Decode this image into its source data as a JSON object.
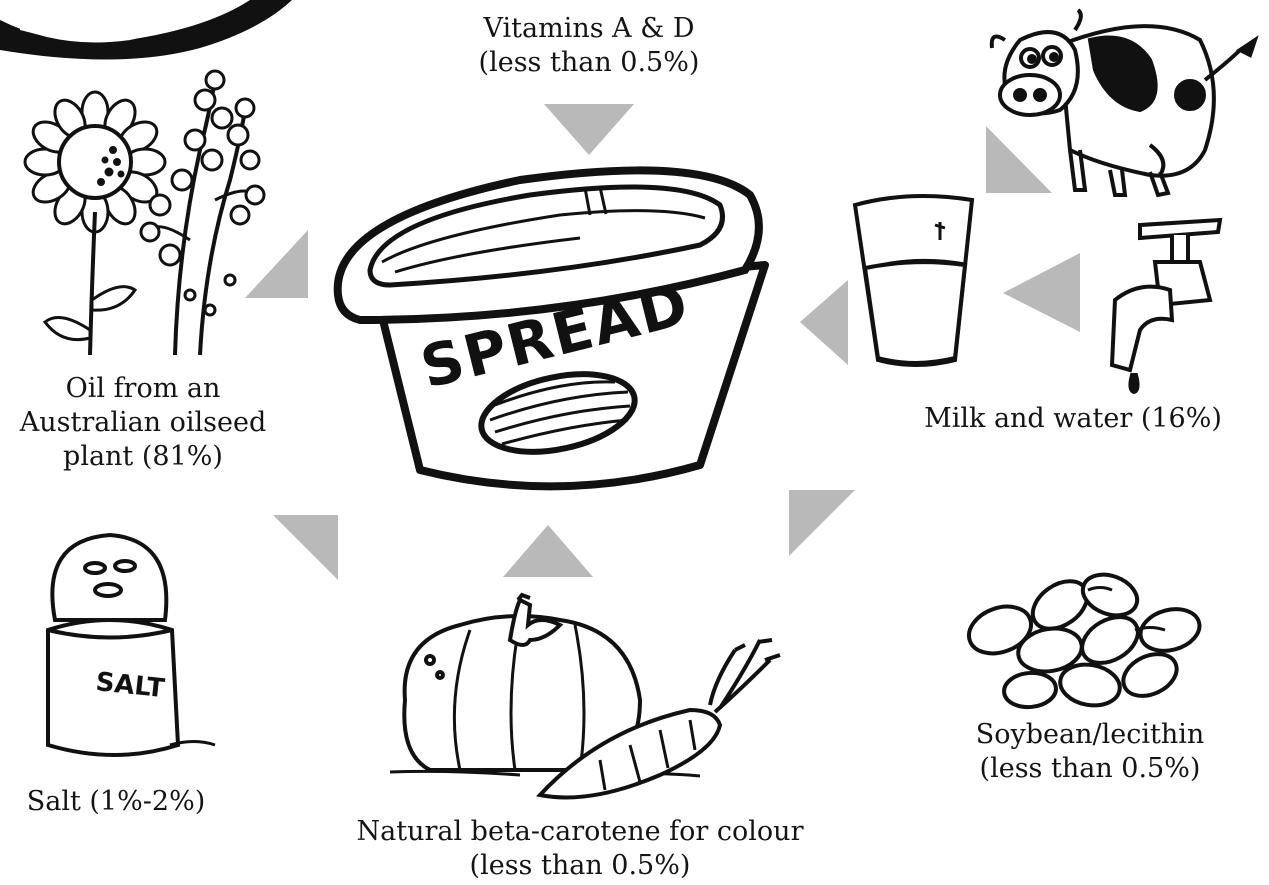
{
  "colors": {
    "arrow": "#b9b9b9",
    "ink": "#111111",
    "paper": "#ffffff"
  },
  "icons": [
    "sunflower-icon",
    "flowering-plant-icon",
    "spread-tub-icon",
    "cow-icon",
    "milk-glass-icon",
    "water-tap-icon",
    "salt-shaker-icon",
    "pumpkin-icon",
    "carrot-icon",
    "soybeans-icon"
  ],
  "tub": {
    "label": "SPREAD"
  },
  "salt": {
    "shaker_text": "SALT"
  },
  "ingredients": {
    "vitamins": {
      "line1": "Vitamins A & D",
      "line2": "(less than 0.5%)"
    },
    "oil": {
      "line1": "Oil from an",
      "line2": "Australian oilseed",
      "line3": "plant (81%)"
    },
    "milk_water": {
      "line1": "Milk and water (16%)"
    },
    "salt": {
      "line1": "Salt (1%-2%)"
    },
    "beta_carotene": {
      "line1": "Natural beta-carotene for colour",
      "line2": "(less than 0.5%)"
    },
    "soybean": {
      "line1": "Soybean/lecithin",
      "line2": "(less than 0.5%)"
    }
  }
}
